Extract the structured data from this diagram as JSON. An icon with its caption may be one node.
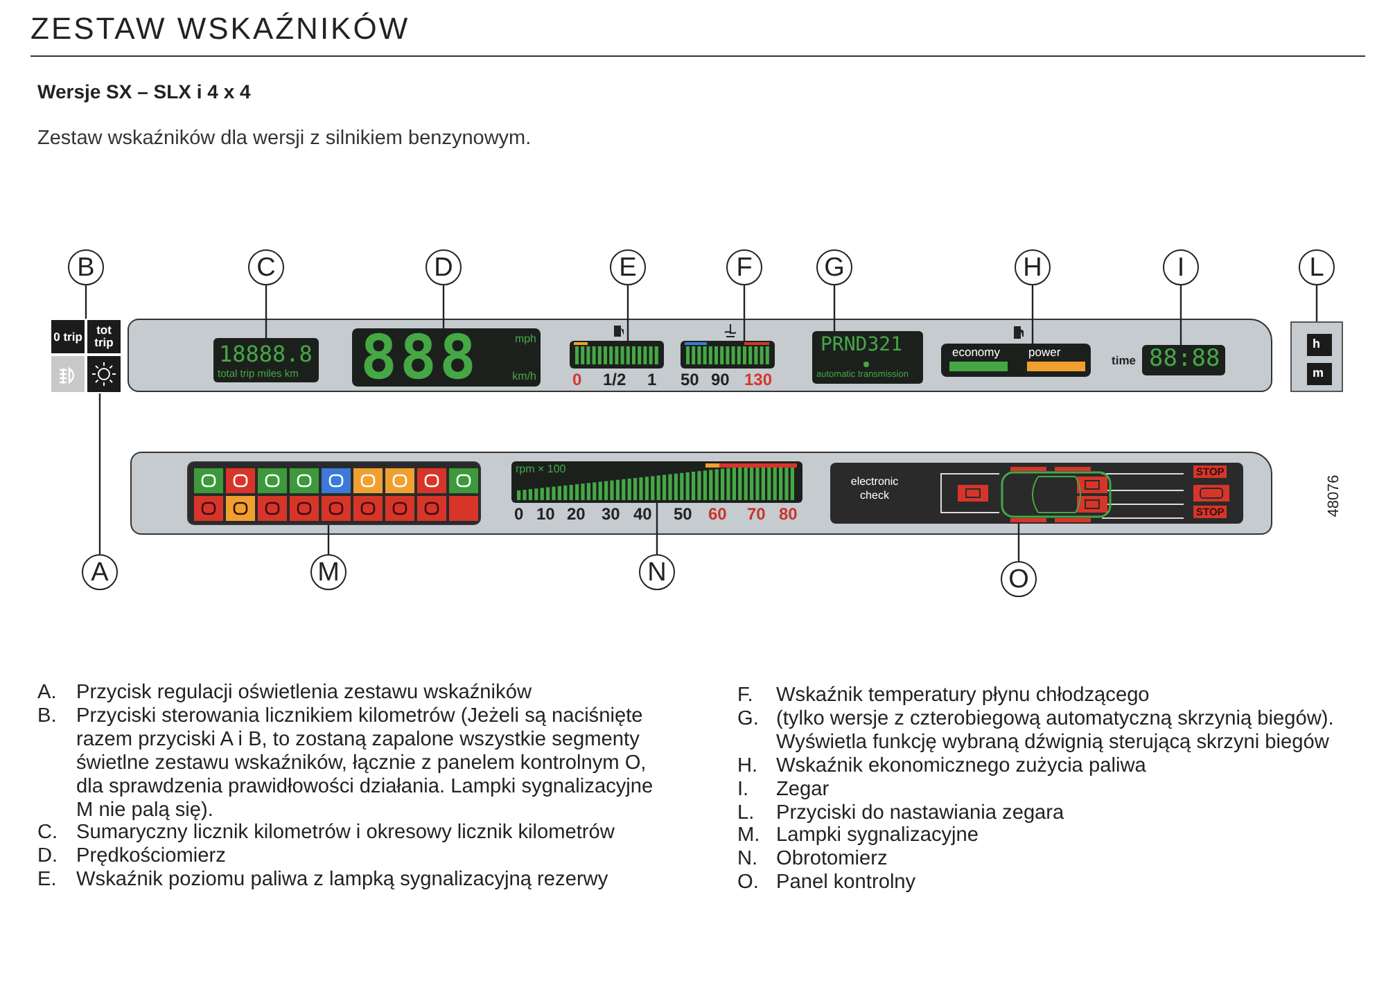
{
  "diagram": {
    "title": "ZESTAW WSKAŹNIKÓW",
    "nodes": [
      {
        "text": [
          "B"
        ]
      },
      {
        "text": [
          "C"
        ]
      },
      {
        "text": [
          "D"
        ]
      },
      {
        "text": [
          "E"
        ]
      },
      {
        "text": [
          "F"
        ]
      },
      {
        "text": [
          "G"
        ]
      },
      {
        "text": [
          "H"
        ]
      },
      {
        "text": [
          "I"
        ]
      },
      {
        "text": [
          "L"
        ]
      },
      {
        "text": [],
        "shape": "box"
      },
      {
        "text": [
          "0 trip"
        ],
        "in": 9
      },
      {
        "text": [
          "tot trip"
        ],
        "in": 9
      },
      {
        "text": [],
        "shape": "box",
        "in": 9
      },
      {
        "text": [],
        "shape": "box",
        "in": 9
      },
      {
        "text": [],
        "shape": "box"
      },
      {
        "text": [
          "18888.8",
          "total trip miles km"
        ],
        "in": 14
      },
      {
        "text": [
          "888",
          "mph",
          "km/h"
        ],
        "in": 14
      },
      {
        "text": [],
        "shape": "bar",
        "in": 14,
        "beside": [
          "0",
          "1/2",
          "1"
        ]
      },
      {
        "text": [],
        "shape": "bar",
        "in": 14,
        "beside": [
          "50",
          "90",
          "130"
        ]
      },
      {
        "text": [
          "PRND321",
          "automatic transmission"
        ],
        "in": 14
      },
      {
        "text": [
          "economy",
          "power"
        ],
        "in": 14
      },
      {
        "text": [
          "88:88"
        ],
        "in": 14,
        "beside": [
          "time"
        ]
      },
      {
        "text": [],
        "shape": "box"
      },
      {
        "text": [
          "h"
        ],
        "in": 22
      },
      {
        "text": [
          "m"
        ],
        "in": 22
      },
      {
        "text": [],
        "shape": "box"
      },
      {
        "text": [],
        "shape": "box",
        "in": 25
      },
      {
        "text": [
          "rpm × 100"
        ],
        "in": 25,
        "beside": [
          "0",
          "10",
          "20",
          "30",
          "40",
          "50",
          "60",
          "70",
          "80"
        ]
      },
      {
        "text": [
          "electronic check",
          "STOP",
          "STOP"
        ],
        "in": 25
      },
      {
        "text": [],
        "shape": "picture",
        "in": 28
      },
      {
        "text": [
          "A"
        ]
      },
      {
        "text": [
          "M"
        ]
      },
      {
        "text": [
          "N"
        ]
      },
      {
        "text": [
          "O"
        ]
      }
    ],
    "edges": [
      {
        "from": 0,
        "to": 9,
        "arrow": "none"
      },
      {
        "from": 1,
        "to": 15,
        "arrow": "none"
      },
      {
        "from": 2,
        "to": 16,
        "arrow": "none"
      },
      {
        "from": 3,
        "to": 17,
        "arrow": "none"
      },
      {
        "from": 4,
        "to": 18,
        "arrow": "none"
      },
      {
        "from": 5,
        "to": 19,
        "arrow": "none"
      },
      {
        "from": 6,
        "to": 20,
        "arrow": "none"
      },
      {
        "from": 7,
        "to": 21,
        "arrow": "none"
      },
      {
        "from": 8,
        "to": 22,
        "arrow": "none"
      },
      {
        "from": 30,
        "to": 13,
        "arrow": "none"
      },
      {
        "from": 31,
        "to": 26,
        "arrow": "none"
      },
      {
        "from": 32,
        "to": 27,
        "arrow": "none"
      },
      {
        "from": 33,
        "to": 29,
        "arrow": "none"
      }
    ],
    "labels": [
      "Wersje SX – SLX i 4 x 4",
      "Zestaw wskaźników dla wersji z silnikiem benzynowym.",
      "48076",
      "A.",
      "Przycisk regulacji oświetlenia zestawu wskaźników",
      "B.",
      "Przyciski sterowania licznikiem kilometrów (Jeżeli są naciśnięte razem przyciski A i B, to zostaną zapalone wszystkie segmenty świetlne zestawu wskaźników, łącznie z panelem kontrolnym O, dla sprawdzenia prawidłowości działania. Lampki sygnalizacyjne M nie palą się).",
      "C.",
      "Sumaryczny licznik kilometrów i okresowy licznik kilometrów",
      "D.",
      "Prędkościomierz",
      "E.",
      "Wskaźnik poziomu paliwa z lampką sygnalizacyjną rezerwy",
      "F.",
      "Wskaźnik temperatury płynu chłodzącego",
      "G.",
      "(tylko wersje z czterobiegową automatyczną skrzynią biegów). Wyświetla funkcję wybraną dźwignią sterującą skrzyni biegów",
      "H.",
      "Wskaźnik ekonomicznego zużycia paliwa",
      "I.",
      "Zegar",
      "L.",
      "Przyciski do nastawiania zegara",
      "M.",
      "Lampki sygnalizacyjne",
      "N.",
      "Obrotomierz",
      "O.",
      "Panel kontrolny"
    ]
  }
}
